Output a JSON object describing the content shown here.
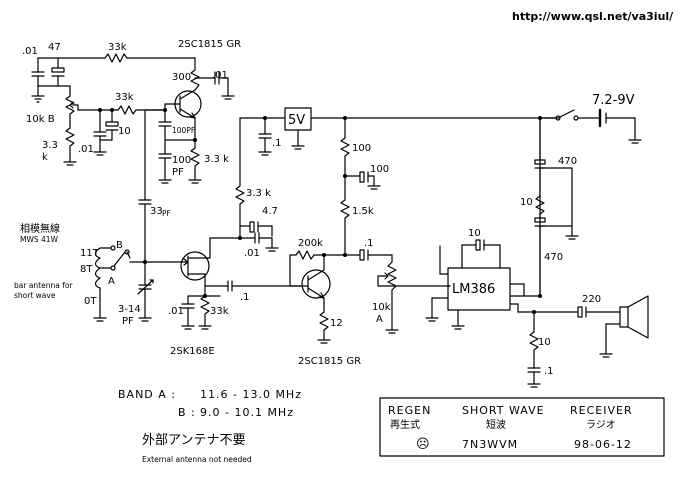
{
  "header": {
    "url": "http://www.qsl.net/va3iul/"
  },
  "supply": {
    "voltage": "7.2-9V",
    "regulator": "5V"
  },
  "antenna": {
    "title_jp": "相模無線",
    "model": "MWS 41W",
    "note_line1": "bar antenna for",
    "note_line2": "short wave",
    "tap_11t": "11T",
    "tap_8t": "8T",
    "tap_0t": "0T",
    "pos_a": "A",
    "pos_b": "B"
  },
  "labels": {
    "c01_left": ".01",
    "c47": "47",
    "r33k_top": "33k",
    "r10kb": "10k B",
    "r33": "3.3",
    "r33_k": "k",
    "c01_b": ".01",
    "r33k_mid": "33k",
    "c10_mid": "10",
    "q1": "2SC1815 GR",
    "r300": "300",
    "c01_q1": ".01",
    "c100pf_a": "100PF",
    "c100pf_b": "100",
    "c100pf_b_unit": "PF",
    "r33k_q1": "3.3 k",
    "c1_reg": ".1",
    "r100": "100",
    "c100_right": "100",
    "r15k": "1.5k",
    "r33k_drain": "3.3 k",
    "c47_drain": "4.7",
    "c01_drain": ".01",
    "c33pf": "33",
    "c33pf_unit": "PF",
    "c314pf": "3-14",
    "c314pf_unit": "PF",
    "q2": "2SK168E",
    "c01_src": ".01",
    "r33k_src": "33k",
    "c1_couple": ".1",
    "r200k": "200k",
    "c1_q3": ".1",
    "q3": "2SC1815 GR",
    "r12": "12",
    "vol": "10k",
    "vol_a": "A",
    "c10_ic": "10",
    "ic": "LM386",
    "r10_supply": "10",
    "c470_top": "470",
    "c470_bot": "470",
    "c220": "220",
    "r10_zobel": "10",
    "c1_zobel": ".1"
  },
  "bands": {
    "a_label": "BAND A :",
    "a_range": "11.6 - 13.0 MHz",
    "b_label": "B :",
    "b_range": "9.0 - 10.1 MHz"
  },
  "external": {
    "jp": "外部アンテナ不要",
    "en": "External antenna not needed"
  },
  "titleblock": {
    "regen": "REGEN",
    "regen_jp": "再生式",
    "shortwave": "SHORT WAVE",
    "shortwave_jp": "短波",
    "receiver": "RECEIVER",
    "receiver_jp": "ラジオ",
    "face": "☹",
    "callsign": "7N3WVM",
    "date": "98-06-12"
  }
}
